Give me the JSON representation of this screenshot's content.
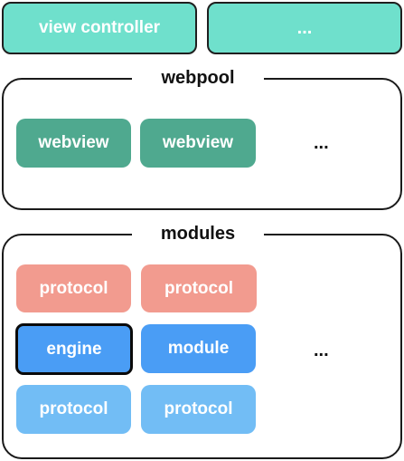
{
  "top_row": {
    "view_controller": "view controller",
    "more": "..."
  },
  "webpool": {
    "title": "webpool",
    "items": [
      "webview",
      "webview"
    ],
    "more": "..."
  },
  "modules": {
    "title": "modules",
    "row1": [
      "protocol",
      "protocol"
    ],
    "row2": [
      "engine",
      "module"
    ],
    "row3": [
      "protocol",
      "protocol"
    ],
    "more": "..."
  },
  "colors": {
    "controller": "#6fe0cc",
    "webview": "#4fa98f",
    "protocol_red": "#f29b8f",
    "engine_module": "#4a9df5",
    "protocol_blue": "#72bdf5"
  }
}
